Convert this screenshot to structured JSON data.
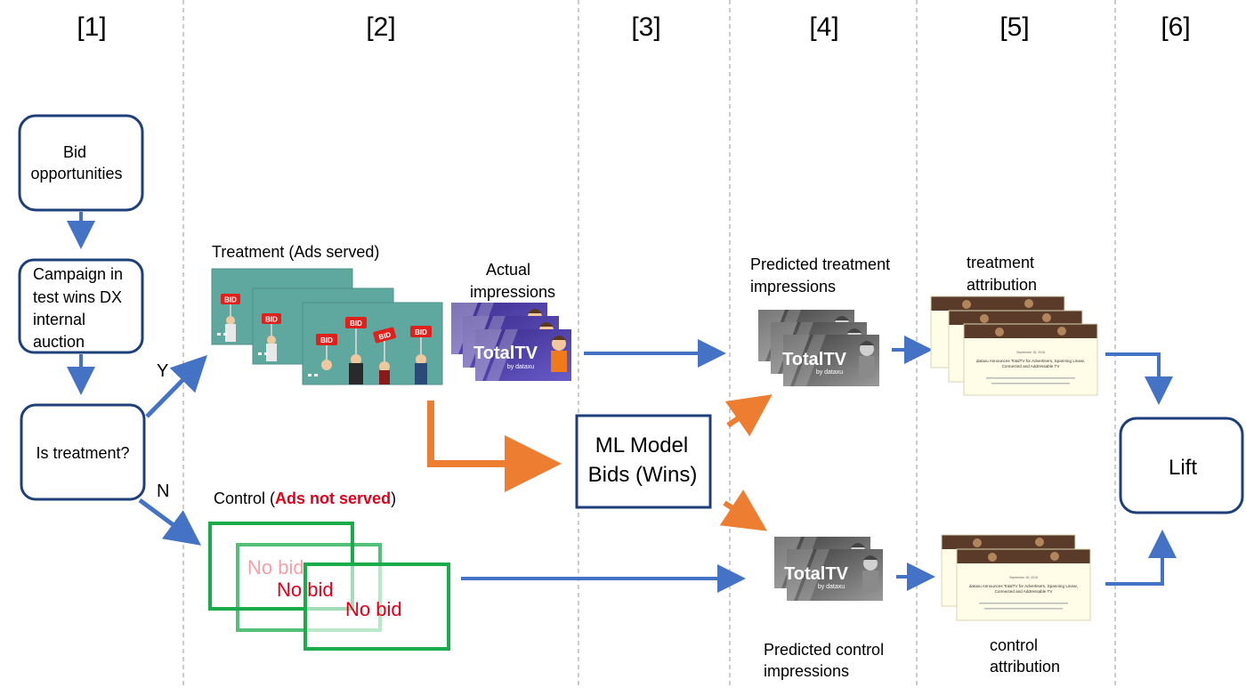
{
  "columns": [
    "[1]",
    "[2]",
    "[3]",
    "[4]",
    "[5]",
    "[6]"
  ],
  "flow": {
    "bid_opportunities": [
      "Bid",
      "opportunities"
    ],
    "campaign": [
      "Campaign in",
      "test wins DX",
      "internal",
      "auction"
    ],
    "is_treatment": "Is treatment?",
    "branch_yes": "Y",
    "branch_no": "N"
  },
  "treatment": {
    "label": "Treatment (Ads served)",
    "bid_sign": "BID"
  },
  "actual_impressions": {
    "label": [
      "Actual",
      "impressions"
    ],
    "logo_text": "TotalTV",
    "logo_sub": "by dataxu"
  },
  "control": {
    "label_prefix": "Control (",
    "label_emphasis": "Ads not served",
    "label_suffix": ")",
    "no_bid": "No bid"
  },
  "ml_model": [
    "ML Model",
    "Bids (Wins)"
  ],
  "predicted_treatment": [
    "Predicted treatment",
    "impressions"
  ],
  "predicted_control": [
    "Predicted control",
    "impressions"
  ],
  "treatment_attribution": [
    "treatment",
    "attribution"
  ],
  "control_attribution": [
    "control",
    "attribution"
  ],
  "attribution_doc": {
    "headline": [
      "dataxu Announces TotalTV for Advertisers, Spanning Linear,",
      "Connected and Addressable TV"
    ],
    "date": "September 18, 2018"
  },
  "lift": "Lift",
  "colors": {
    "flow_blue": "#4472C4",
    "box_navy": "#1F3F7A",
    "orange": "#ED7D31",
    "green": "#1AAB4B",
    "red": "#E0001B",
    "teal": "#5FA8A0",
    "dashed_divider": "#9A9A9A"
  }
}
